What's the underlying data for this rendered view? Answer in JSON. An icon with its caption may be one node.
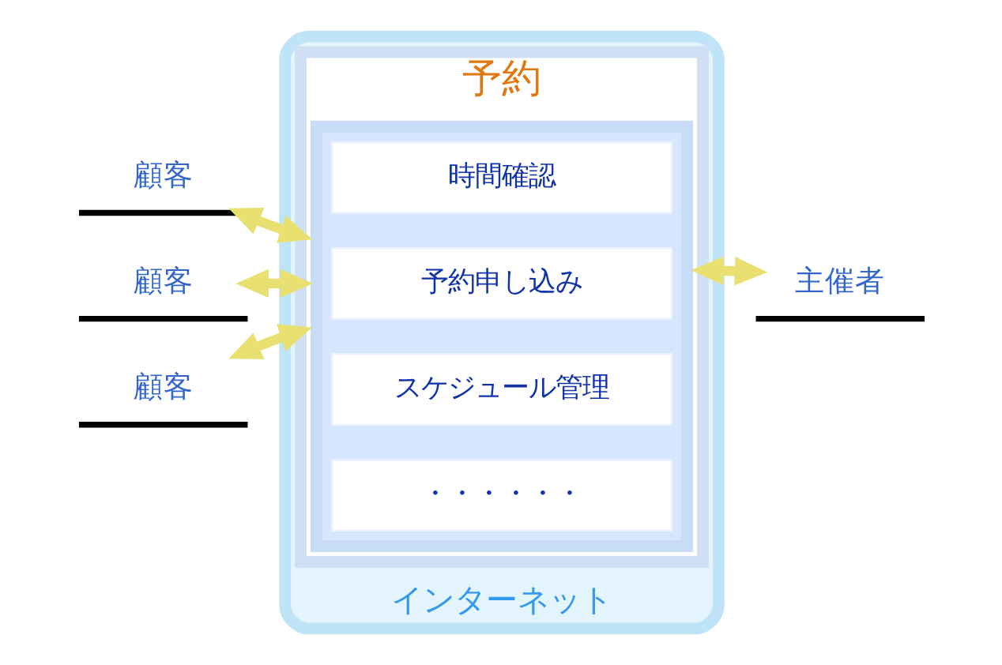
{
  "diagram": {
    "nodes": [
      {
        "text": [
          "インターネット"
        ]
      },
      {
        "text": [
          "予約"
        ],
        "in": 0
      },
      {
        "text": [],
        "shape": "box",
        "in": 1
      },
      {
        "text": [
          "時間確認"
        ],
        "in": 2
      },
      {
        "text": [
          "予約申し込み"
        ],
        "in": 2
      },
      {
        "text": [
          "スケジュール管理"
        ],
        "in": 2
      },
      {
        "text": [
          "・・・・・・"
        ],
        "in": 2
      },
      {
        "text": [
          "顧客"
        ]
      },
      {
        "text": [
          "顧客"
        ]
      },
      {
        "text": [
          "顧客"
        ]
      },
      {
        "text": [
          "主催者"
        ]
      }
    ],
    "edges": [
      {
        "from": 7,
        "to": 1,
        "arrow": "both"
      },
      {
        "from": 8,
        "to": 1,
        "arrow": "both"
      },
      {
        "from": 9,
        "to": 1,
        "arrow": "both"
      },
      {
        "from": 10,
        "to": 1,
        "arrow": "both"
      }
    ]
  }
}
